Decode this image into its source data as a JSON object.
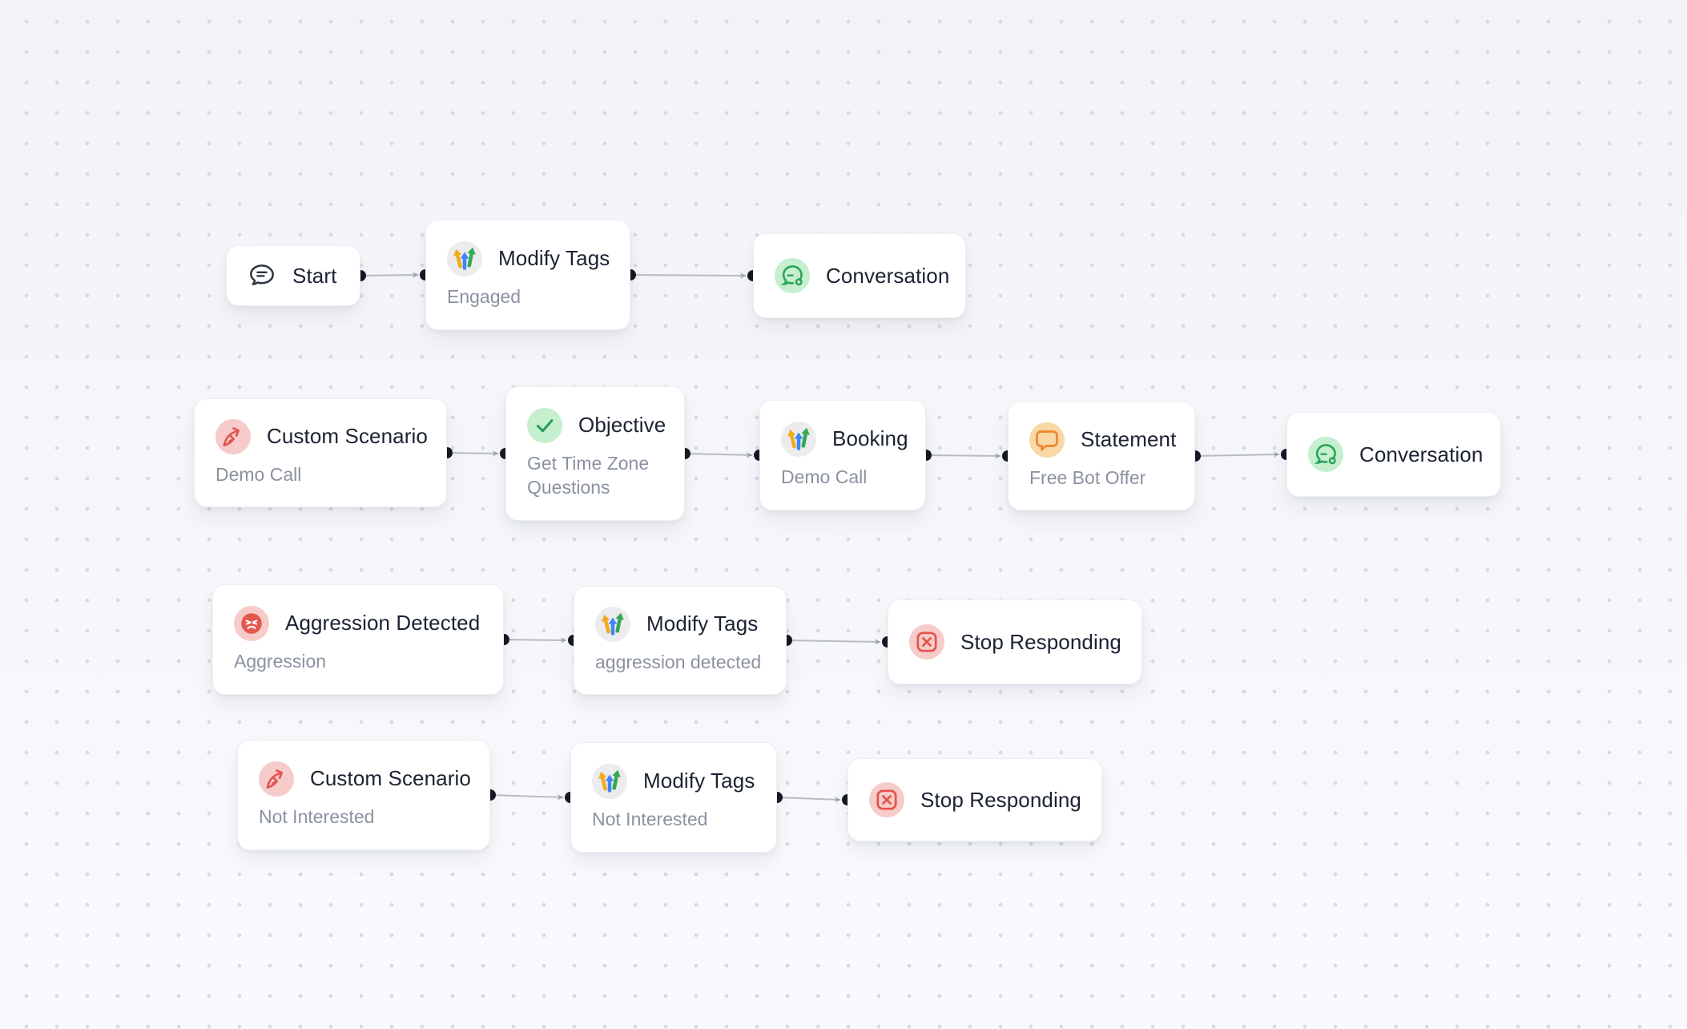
{
  "canvas": {
    "background_color": "#f5f6fa",
    "dot_grid_color": "#d7d9e2",
    "edge_color": "#b8bbc4",
    "handle_color": "#171a21"
  },
  "nodes": [
    {
      "id": "start",
      "title": "Start",
      "icon": "chat-bubble-icon"
    },
    {
      "id": "modify-tags-engaged",
      "title": "Modify Tags",
      "subtitle": "Engaged",
      "icon": "modify-tags-icon"
    },
    {
      "id": "conversation-1",
      "title": "Conversation",
      "icon": "conversation-icon"
    },
    {
      "id": "custom-scenario-demo-call",
      "title": "Custom Scenario",
      "subtitle": "Demo Call",
      "icon": "custom-scenario-icon"
    },
    {
      "id": "objective-get-time-zone",
      "title": "Objective",
      "subtitle": "Get Time Zone Questions",
      "icon": "objective-icon"
    },
    {
      "id": "booking-demo-call",
      "title": "Booking",
      "subtitle": "Demo Call",
      "icon": "booking-icon"
    },
    {
      "id": "statement-free-bot-offer",
      "title": "Statement",
      "subtitle": "Free Bot Offer",
      "icon": "statement-icon"
    },
    {
      "id": "conversation-2",
      "title": "Conversation",
      "icon": "conversation-icon"
    },
    {
      "id": "aggression-detected",
      "title": "Aggression Detected",
      "subtitle": "Aggression",
      "icon": "aggression-icon"
    },
    {
      "id": "modify-tags-aggression-detected",
      "title": "Modify Tags",
      "subtitle": "aggression detected",
      "icon": "modify-tags-icon"
    },
    {
      "id": "stop-responding-1",
      "title": "Stop Responding",
      "icon": "stop-responding-icon"
    },
    {
      "id": "custom-scenario-not-interested",
      "title": "Custom Scenario",
      "subtitle": "Not Interested",
      "icon": "custom-scenario-icon"
    },
    {
      "id": "modify-tags-not-interested",
      "title": "Modify Tags",
      "subtitle": "Not Interested",
      "icon": "modify-tags-icon"
    },
    {
      "id": "stop-responding-2",
      "title": "Stop Responding",
      "icon": "stop-responding-icon"
    }
  ],
  "edges": [
    {
      "from": "start",
      "to": "modify-tags-engaged"
    },
    {
      "from": "modify-tags-engaged",
      "to": "conversation-1"
    },
    {
      "from": "custom-scenario-demo-call",
      "to": "objective-get-time-zone"
    },
    {
      "from": "objective-get-time-zone",
      "to": "booking-demo-call"
    },
    {
      "from": "booking-demo-call",
      "to": "statement-free-bot-offer"
    },
    {
      "from": "statement-free-bot-offer",
      "to": "conversation-2"
    },
    {
      "from": "aggression-detected",
      "to": "modify-tags-aggression-detected"
    },
    {
      "from": "modify-tags-aggression-detected",
      "to": "stop-responding-1"
    },
    {
      "from": "custom-scenario-not-interested",
      "to": "modify-tags-not-interested"
    },
    {
      "from": "modify-tags-not-interested",
      "to": "stop-responding-2"
    }
  ]
}
